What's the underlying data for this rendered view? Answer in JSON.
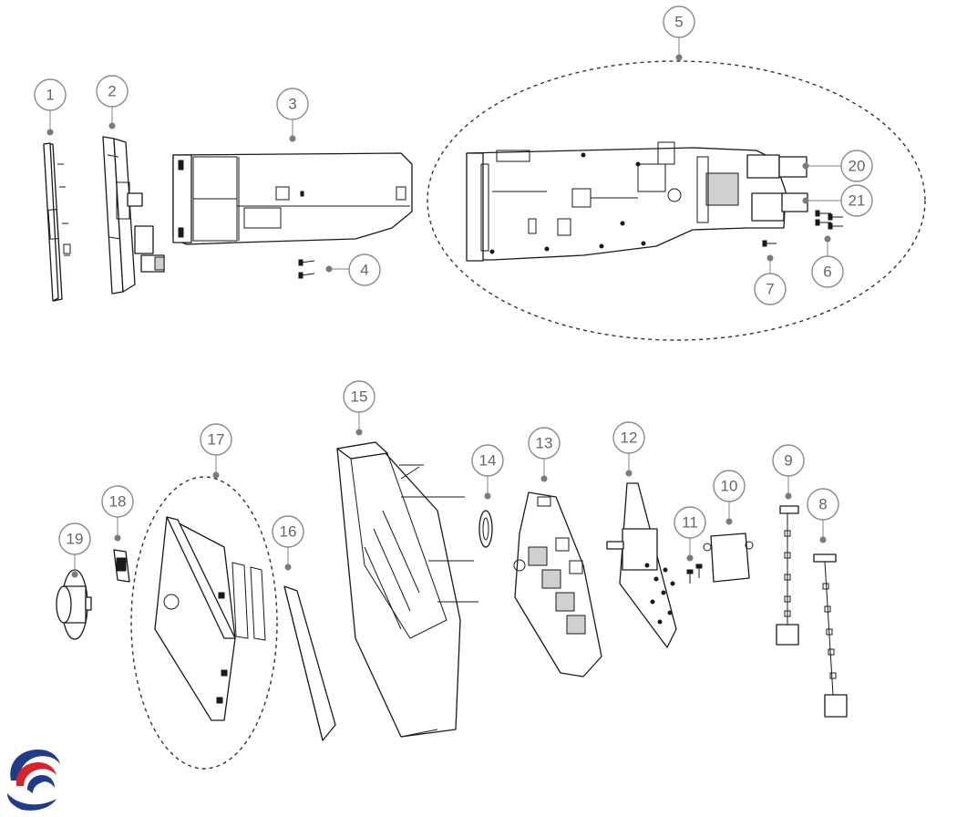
{
  "diagram": {
    "callouts": [
      {
        "id": "1",
        "label": "1"
      },
      {
        "id": "2",
        "label": "2"
      },
      {
        "id": "3",
        "label": "3"
      },
      {
        "id": "4",
        "label": "4"
      },
      {
        "id": "5",
        "label": "5"
      },
      {
        "id": "6",
        "label": "6"
      },
      {
        "id": "7",
        "label": "7"
      },
      {
        "id": "8",
        "label": "8"
      },
      {
        "id": "9",
        "label": "9"
      },
      {
        "id": "10",
        "label": "10"
      },
      {
        "id": "11",
        "label": "11"
      },
      {
        "id": "12",
        "label": "12"
      },
      {
        "id": "13",
        "label": "13"
      },
      {
        "id": "14",
        "label": "14"
      },
      {
        "id": "15",
        "label": "15"
      },
      {
        "id": "16",
        "label": "16"
      },
      {
        "id": "17",
        "label": "17"
      },
      {
        "id": "18",
        "label": "18"
      },
      {
        "id": "19",
        "label": "19"
      },
      {
        "id": "20",
        "label": "20"
      },
      {
        "id": "21",
        "label": "21"
      }
    ],
    "logo_icon": "brand-swirl-icon",
    "colors": {
      "logo_blue": "#1f3b8a",
      "logo_red": "#d8232a",
      "line": "#1a1a1a",
      "callout": "#8a8a8a"
    }
  }
}
